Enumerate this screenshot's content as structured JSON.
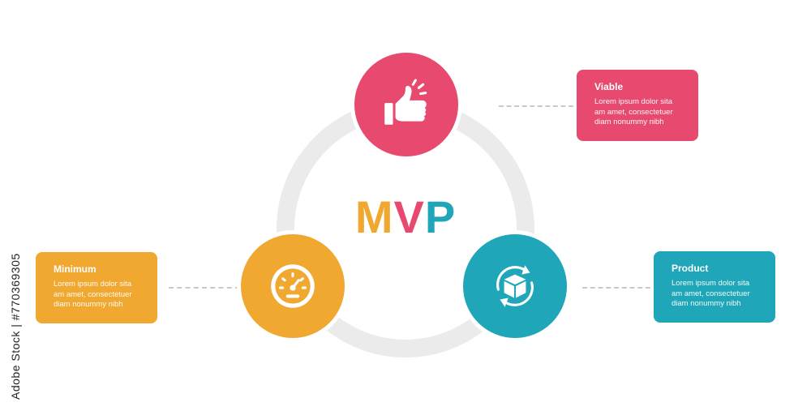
{
  "title": {
    "m": "M",
    "v": "V",
    "p": "P"
  },
  "colors": {
    "pink": "#e8496f",
    "orange": "#f0a830",
    "teal": "#1fa6b8",
    "ring": "#ebebeb"
  },
  "nodes": [
    {
      "id": "viable",
      "icon": "thumbs-up-icon"
    },
    {
      "id": "minimum",
      "icon": "speedometer-icon"
    },
    {
      "id": "product",
      "icon": "box-refresh-icon"
    }
  ],
  "cards": {
    "viable": {
      "title": "Viable",
      "text": "Lorem ipsum dolor sita\nam amet, consectetuer\ndiam nonummy  nibh"
    },
    "minimum": {
      "title": "Minimum",
      "text": "Lorem ipsum dolor sita\nam amet, consectetuer\ndiam nonummy  nibh"
    },
    "product": {
      "title": "Product",
      "text": "Lorem ipsum dolor sita\nam amet, consectetuer\ndiam nonummy  nibh"
    }
  },
  "watermark": "Adobe Stock | #770369305"
}
